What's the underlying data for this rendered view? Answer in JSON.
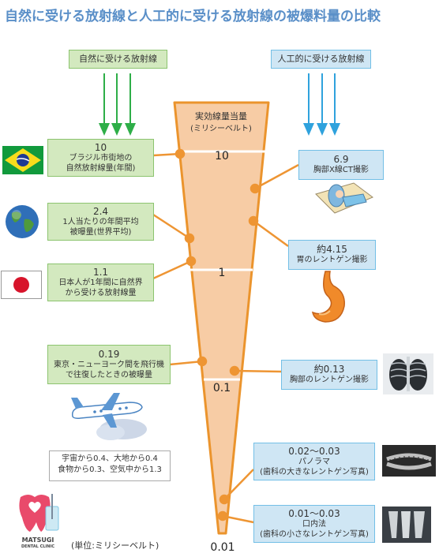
{
  "title": "自然に受ける放射線と人工的に受ける放射線の被爆料量の比較",
  "header_natural": "自然に受ける放射線",
  "header_artificial": "人工的に受ける放射線",
  "axis": {
    "title_line1": "実効線量当量",
    "title_line2": "(ミリシーベルト)",
    "ticks": [
      "10",
      "1",
      "0.1",
      "0.01"
    ]
  },
  "natural": [
    {
      "value": "10",
      "line1": "ブラジル市街地の",
      "line2": "自然放射線量(年間)",
      "icon": "brazil-flag-icon"
    },
    {
      "value": "2.4",
      "line1": "1人当たりの年間平均",
      "line2": "被曝量(世界平均)",
      "icon": "earth-globe-icon"
    },
    {
      "value": "1.1",
      "line1": "日本人が1年間に自然界",
      "line2": "から受ける放射線量",
      "icon": "japan-flag-icon"
    },
    {
      "value": "0.19",
      "line1": "東京・ニューヨーク間を飛行機",
      "line2": "で往復したときの被曝量",
      "icon": "airplane-icon"
    }
  ],
  "artificial": [
    {
      "value": "6.9",
      "line1": "胸部X線CT撮影",
      "icon": "ct-scan-icon"
    },
    {
      "value": "約4.15",
      "line1": "胃のレントゲン撮影",
      "icon": "stomach-icon"
    },
    {
      "value": "約0.13",
      "line1": "胸部のレントゲン撮影",
      "icon": "chest-xray-icon"
    },
    {
      "value": "0.02～0.03",
      "line1": "パノラマ",
      "line2": "(歯科の大きなレントゲン写真)",
      "icon": "panoramic-xray-icon"
    },
    {
      "value": "0.01～0.03",
      "line1": "口内法",
      "line2": "(歯科の小さなレントゲン写真)",
      "icon": "dental-xray-icon"
    }
  ],
  "note": {
    "line1": "宇宙から0.4、大地から0.4",
    "line2": "食物から0.3、空気中から1.3"
  },
  "unit_note": "(単位:ミリシーベルト)",
  "logo": {
    "line1": "MATSUGI",
    "line2": "DENTAL CLINIC"
  },
  "colors": {
    "title": "#5a8fc8",
    "natural_box": "#d3e9bf",
    "natural_border": "#8cc46f",
    "artificial_box": "#cfe6f4",
    "artificial_border": "#73bfe6",
    "funnel": "#f7cca5",
    "funnel_edge": "#eb942d",
    "connector": "#ee9533",
    "green_arrow": "#2eae48",
    "blue_arrow": "#2fa2dd"
  }
}
